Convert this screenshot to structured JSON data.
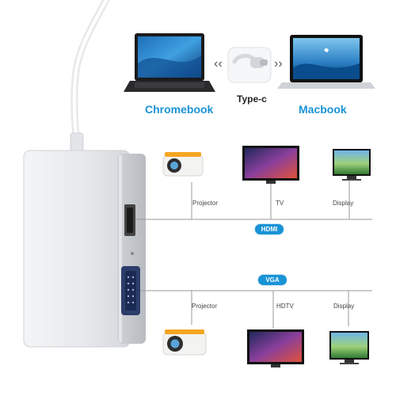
{
  "top": {
    "device_left": "Chromebook",
    "device_right": "Macbook",
    "connector": "Type-c",
    "arrow_left": "‹‹",
    "arrow_right": "››"
  },
  "hdmi": {
    "badge": "HDMI",
    "targets": [
      "Projector",
      "TV",
      "Display"
    ]
  },
  "vga": {
    "badge": "VGA",
    "targets": [
      "Projector",
      "HDTV",
      "Display"
    ]
  },
  "colors": {
    "accent": "#1a93d6",
    "adapter_body": "#e9ebee",
    "line": "#9a9a9a"
  },
  "icons": [
    "usb-c-cable-icon",
    "laptop-icon",
    "projector-icon",
    "tv-icon",
    "monitor-icon",
    "hdmi-port-icon",
    "vga-port-icon"
  ]
}
